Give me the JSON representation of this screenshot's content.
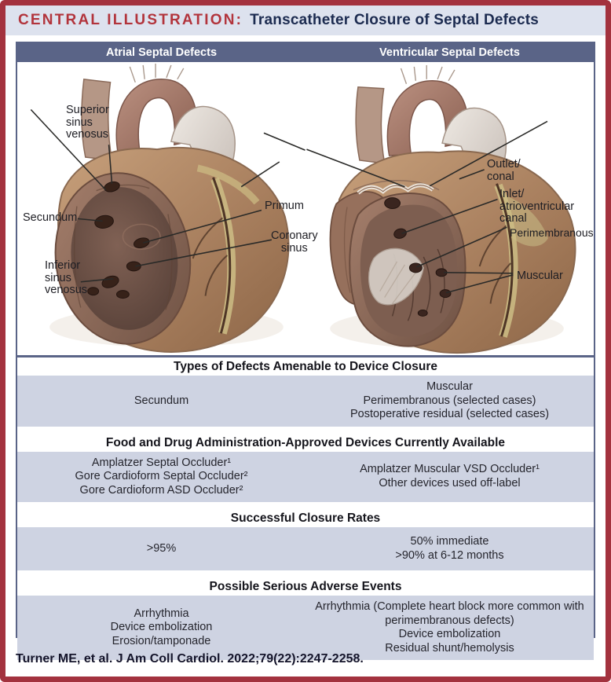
{
  "title": {
    "kicker": "CENTRAL ILLUSTRATION:",
    "text": "Transcatheter Closure of Septal Defects"
  },
  "columns": {
    "left": "Atrial Septal Defects",
    "right": "Ventricular Septal Defects"
  },
  "asd_labels": {
    "superior": "Superior\nsinus\nvenosus",
    "secundum": "Secundum",
    "inferior": "Inferior\nsinus\nvenosus",
    "primum": "Primum",
    "coronary": "Coronary\nsinus"
  },
  "vsd_labels": {
    "outlet": "Outlet/\nconal",
    "inlet": "Inlet/\natrioventricular\ncanal",
    "perimembranous": "Perimembranous",
    "muscular": "Muscular"
  },
  "table": {
    "sections": [
      {
        "header": "Types of Defects Amenable to Device Closure",
        "asd": "Secundum",
        "vsd": "Muscular\nPerimembranous (selected cases)\nPostoperative residual (selected cases)"
      },
      {
        "header": "Food and Drug Administration-Approved Devices Currently Available",
        "asd": "Amplatzer Septal Occluder¹\nGore Cardioform Septal Occluder²\nGore Cardioform ASD Occluder²",
        "vsd": "Amplatzer Muscular VSD Occluder¹\nOther devices used off-label"
      },
      {
        "header": "Successful Closure Rates",
        "asd": ">95%",
        "vsd": "50% immediate\n>90% at 6-12 months"
      },
      {
        "header": "Possible Serious Adverse Events",
        "asd": "Arrhythmia\nDevice embolization\nErosion/tamponade",
        "vsd": "Arrhythmia (Complete heart block more common with perimembranous defects)\nDevice embolization\nResidual shunt/hemolysis"
      }
    ]
  },
  "citation": "Turner ME, et al. J Am Coll Cardiol. 2022;79(22):2247-2258.",
  "colors": {
    "frame_border": "#a3323e",
    "title_bg": "#dde2ee",
    "title_red": "#b2343c",
    "title_navy": "#1c2b50",
    "slate": "#5a6487",
    "row_blue": "#ced3e2",
    "ink": "#25252d"
  }
}
